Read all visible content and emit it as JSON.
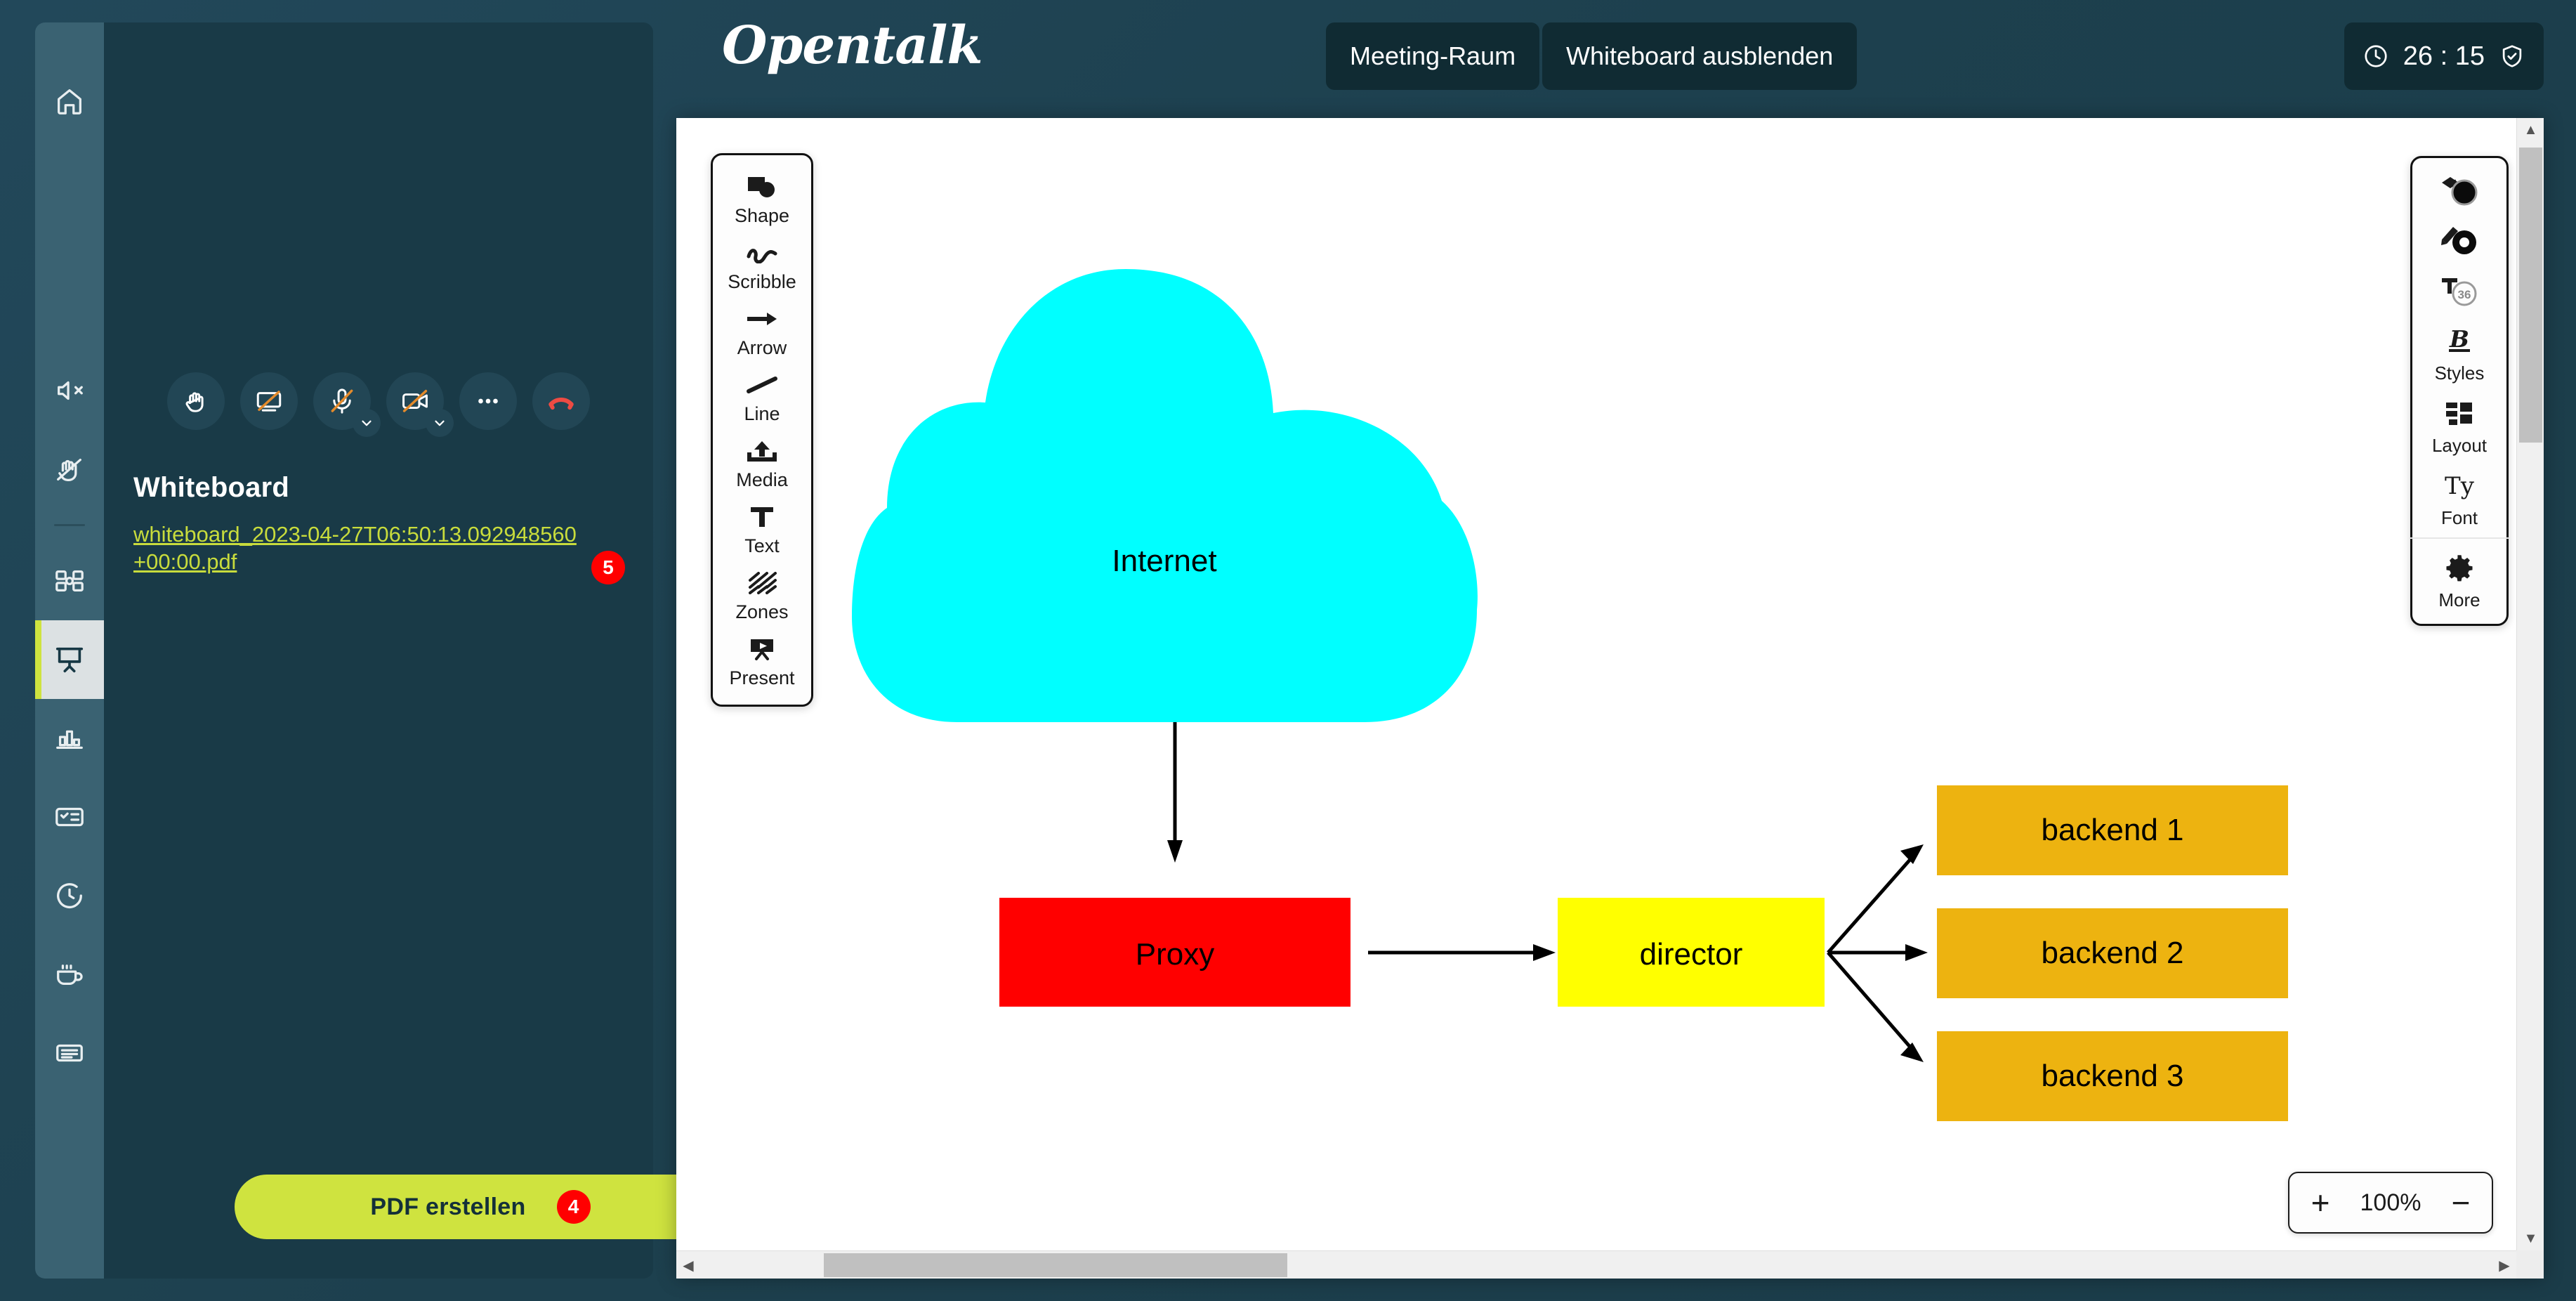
{
  "header": {
    "logo": "Opentalk",
    "meeting_room_label": "Meeting-Raum",
    "whiteboard_toggle_label": "Whiteboard ausblenden",
    "timer_value": "26 : 15",
    "clock_icon": "clock-icon",
    "shield_icon": "shield-check-icon"
  },
  "sidebar": {
    "items": [
      {
        "name": "home",
        "icon": "home-icon"
      },
      {
        "name": "audio-muted",
        "icon": "speaker-off-icon"
      },
      {
        "name": "hand-off",
        "icon": "hand-raise-off-icon"
      },
      {
        "name": "tiles",
        "icon": "grid-layout-icon"
      },
      {
        "name": "whiteboard",
        "icon": "presentation-board-icon",
        "active": true
      },
      {
        "name": "poll",
        "icon": "bar-chart-icon"
      },
      {
        "name": "legal-vote",
        "icon": "ballot-card-icon"
      },
      {
        "name": "timer",
        "icon": "timer-icon"
      },
      {
        "name": "coffee-break",
        "icon": "coffee-cup-icon"
      },
      {
        "name": "protocol",
        "icon": "notes-lines-icon"
      }
    ]
  },
  "panel": {
    "title": "Whiteboard",
    "file_link": "whiteboard_2023-04-27T06:50:13.092948560+00:00.pdf",
    "file_badge": "5",
    "pdf_button_label": "PDF erstellen",
    "pdf_button_badge": "4",
    "controls": [
      {
        "name": "raise-hand",
        "icon": "hand-icon",
        "caret": false
      },
      {
        "name": "share-screen",
        "icon": "screen-share-off-icon",
        "caret": false
      },
      {
        "name": "microphone",
        "icon": "microphone-off-icon",
        "caret": true
      },
      {
        "name": "camera",
        "icon": "camera-off-icon",
        "caret": true
      },
      {
        "name": "more-options",
        "icon": "ellipsis-icon",
        "caret": false
      },
      {
        "name": "hangup",
        "icon": "phone-hangup-icon",
        "caret": false
      }
    ]
  },
  "whiteboard": {
    "left_tools": [
      {
        "label": "Shape",
        "icon": "shape-icon"
      },
      {
        "label": "Scribble",
        "icon": "scribble-icon"
      },
      {
        "label": "Arrow",
        "icon": "arrow-right-icon"
      },
      {
        "label": "Line",
        "icon": "line-icon"
      },
      {
        "label": "Media",
        "icon": "media-upload-icon"
      },
      {
        "label": "Text",
        "icon": "text-t-icon"
      },
      {
        "label": "Zones",
        "icon": "zones-hatch-icon"
      },
      {
        "label": "Present",
        "icon": "present-play-icon"
      }
    ],
    "right_tools": [
      {
        "label": "",
        "icon": "fill-color-icon",
        "value": ""
      },
      {
        "label": "",
        "icon": "stroke-color-icon",
        "value": ""
      },
      {
        "label": "",
        "icon": "font-size-icon",
        "value": "36"
      },
      {
        "label": "Styles",
        "icon": "bold-b-icon",
        "value": ""
      },
      {
        "label": "Layout",
        "icon": "layout-blocks-icon",
        "value": ""
      },
      {
        "label": "Font",
        "icon": "typeface-ty-icon",
        "value": ""
      },
      {
        "label": "More",
        "icon": "gear-icon",
        "value": ""
      }
    ],
    "zoom": {
      "value": "100%",
      "zoom_in": "+",
      "zoom_out": "−"
    },
    "colors": {
      "cloud": "#00FFFF",
      "proxy": "#FF0000",
      "director": "#FFFF00",
      "backend": "#EDB310",
      "stroke": "#000000"
    },
    "diagram": {
      "cloud_label": "Internet",
      "proxy_label": "Proxy",
      "director_label": "director",
      "backends": [
        "backend 1",
        "backend 2",
        "backend 3"
      ]
    }
  }
}
